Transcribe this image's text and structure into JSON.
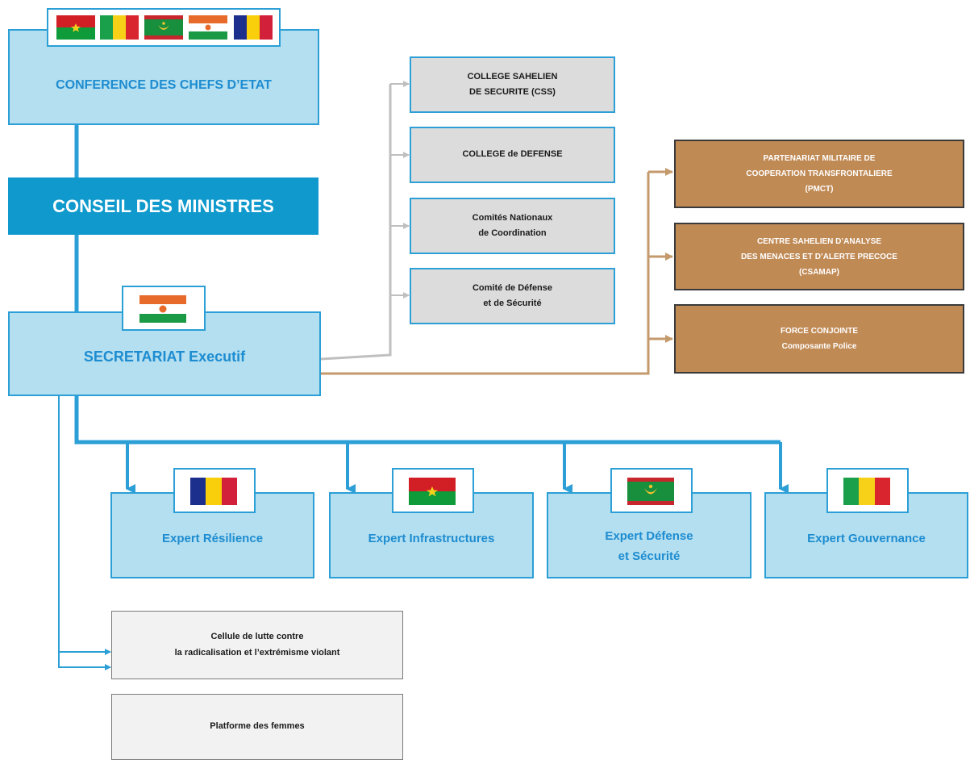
{
  "conference": {
    "title": "CONFERENCE DES CHEFS D’ETAT"
  },
  "conseil": {
    "title": "CONSEIL DES MINISTRES"
  },
  "secretariat": {
    "title": "SECRETARIAT Executif"
  },
  "colleges": [
    {
      "label": "COLLEGE SAHELIEN\nDE SECURITE (CSS)"
    },
    {
      "label": "COLLEGE de DEFENSE"
    },
    {
      "label": "Comités Nationaux\nde Coordination"
    },
    {
      "label": "Comité de Défense\net de Sécurité"
    }
  ],
  "partners": [
    {
      "label": "PARTENARIAT MILITAIRE DE\nCOOPERATION TRANSFRONTALIERE\n(PMCT)"
    },
    {
      "label": "CENTRE SAHELIEN D’ANALYSE\nDES MENACES ET D’ALERTE PRECOCE\n(CSAMAP)"
    },
    {
      "label": "FORCE CONJOINTE\nComposante Police"
    }
  ],
  "experts": [
    {
      "label": "Expert Résilience"
    },
    {
      "label": "Expert Infrastructures"
    },
    {
      "label": "Expert Défense\net Sécurité"
    },
    {
      "label": "Expert Gouvernance"
    }
  ],
  "cells": [
    {
      "label": "Cellule de lutte contre\nla radicalisation et l’extrémisme violant"
    },
    {
      "label": "Platforme des femmes"
    }
  ],
  "colors": {
    "accent_blue": "#2b9fd6",
    "dark_blue": "#0f99cc",
    "light_blue": "#b3dff0",
    "brown": "#c08a55",
    "gray_box": "#dcdcdc",
    "gray_connector": "#bfbfbf",
    "brown_connector": "#c49a6c"
  }
}
